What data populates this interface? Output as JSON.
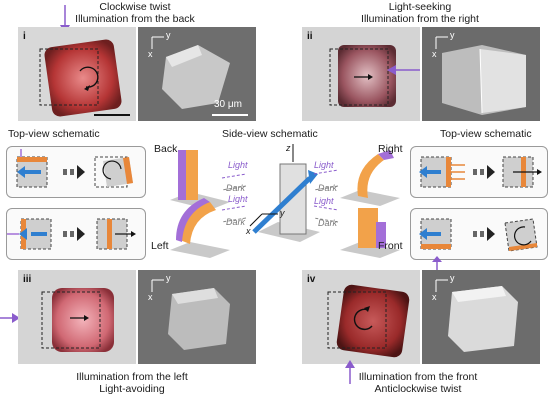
{
  "panels": {
    "i": {
      "numeral": "i",
      "line1": "Clockwise twist",
      "line2": "Illumination from the back"
    },
    "ii": {
      "numeral": "ii",
      "line1": "Light-seeking",
      "line2": "Illumination from the right"
    },
    "iii": {
      "numeral": "iii",
      "line1": "Illumination from the left",
      "line2": "Light-avoiding"
    },
    "iv": {
      "numeral": "iv",
      "line1": "Illumination from the front",
      "line2": "Anticlockwise twist"
    }
  },
  "scale_bar": "30 μm",
  "axes": {
    "x": "x",
    "y": "y",
    "z": "z"
  },
  "schematics": {
    "top_left_title": "Top-view schematic",
    "top_right_title": "Top-view schematic",
    "side_title": "Side-view schematic"
  },
  "side_view": {
    "back": "Back",
    "left": "Left",
    "right": "Right",
    "front": "Front",
    "light": "Light",
    "dark": "Dark"
  },
  "colors": {
    "light_arrow": "#8a5ccc",
    "orange": "#e8873a",
    "purple": "#a36fd8",
    "blue_arrow": "#2f7fd0",
    "gray_panel": "#cfcfcf"
  }
}
